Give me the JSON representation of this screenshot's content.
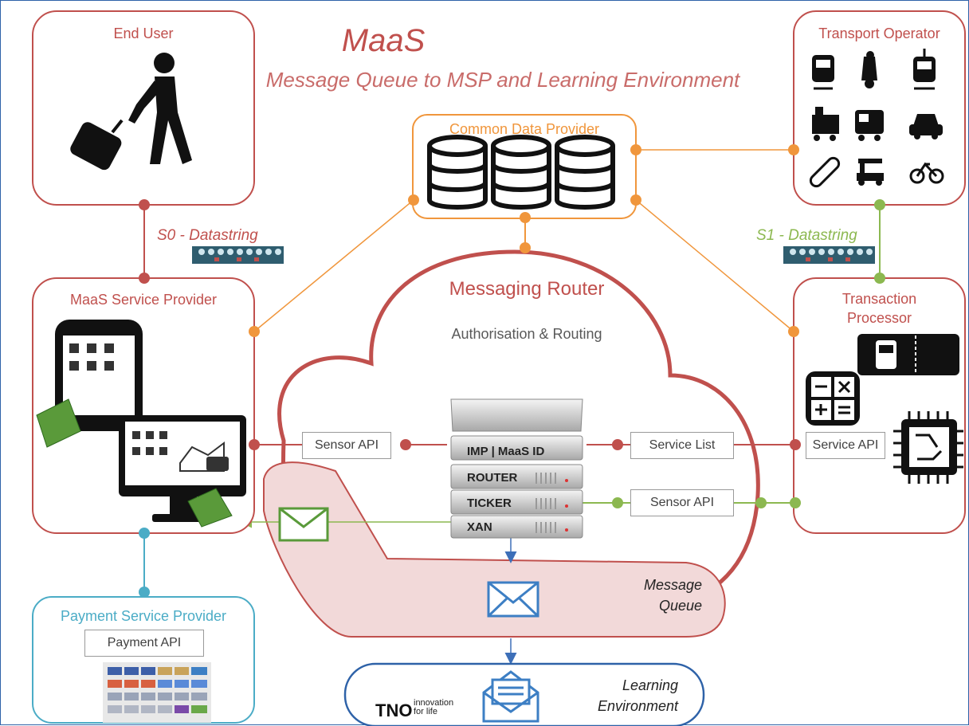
{
  "title": "MaaS",
  "subtitle": "Message Queue to MSP and Learning Environment",
  "end_user": {
    "label": "End User"
  },
  "transport_operator": {
    "label": "Transport Operator"
  },
  "common_data_provider": {
    "label": "Common Data Provider"
  },
  "s0_datastring": "S0 - Datastring",
  "s1_datastring": "S1 - Datastring",
  "maas_service_provider": {
    "label": "MaaS Service Provider"
  },
  "messaging_router": {
    "label": "Messaging Router",
    "sublabel": "Authorisation & Routing"
  },
  "transaction_processor": {
    "label": "Transaction\nProcessor",
    "api": "Service API"
  },
  "sensor_api_left": "Sensor API",
  "service_list": "Service List",
  "sensor_api_right": "Sensor API",
  "server_rows": [
    "IMP | MaaS ID",
    "ROUTER",
    "TICKER",
    "XAN"
  ],
  "message_queue": "Message\nQueue",
  "payment_service_provider": {
    "label": "Payment Service Provider",
    "api": "Payment API"
  },
  "learning_environment": "Learning\nEnvironment",
  "tno_logo": {
    "name": "TNO",
    "tagline": "innovation\nfor life"
  },
  "colors": {
    "red": "#c0504d",
    "orange": "#f0963c",
    "green": "#8cb850",
    "teal": "#4bacc6",
    "blue": "#2e62a8",
    "queue_fill": "#f2d9d9"
  }
}
